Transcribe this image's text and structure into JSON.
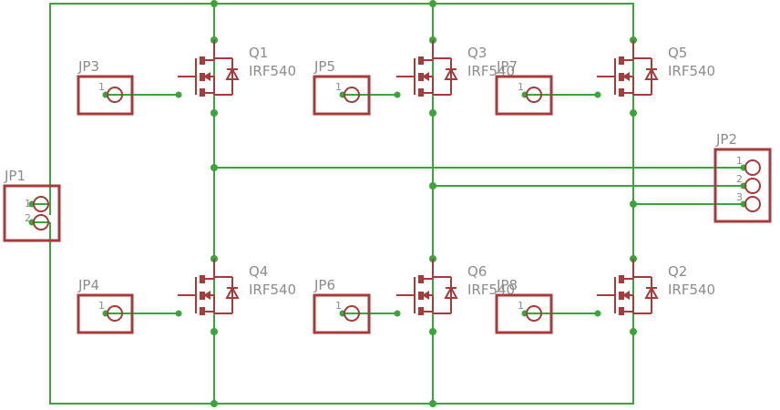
{
  "schematic": {
    "colors": {
      "wire": "#3aa63a",
      "part": "#a83a3a",
      "label": "#8c8c8c",
      "background": "#ffffff"
    },
    "mosfets": [
      {
        "name": "Q1",
        "value": "IRF540"
      },
      {
        "name": "Q3",
        "value": "IRF540"
      },
      {
        "name": "Q5",
        "value": "IRF540"
      },
      {
        "name": "Q4",
        "value": "IRF540"
      },
      {
        "name": "Q6",
        "value": "IRF540"
      },
      {
        "name": "Q2",
        "value": "IRF540"
      }
    ],
    "gate_jumpers": [
      {
        "name": "JP3",
        "pin": "1"
      },
      {
        "name": "JP5",
        "pin": "1"
      },
      {
        "name": "JP7",
        "pin": "1"
      },
      {
        "name": "JP4",
        "pin": "1"
      },
      {
        "name": "JP6",
        "pin": "1"
      },
      {
        "name": "JP8",
        "pin": "1"
      }
    ],
    "power_connector": {
      "name": "JP1",
      "pins": [
        "1",
        "2"
      ]
    },
    "output_connector": {
      "name": "JP2",
      "pins": [
        "1",
        "2",
        "3"
      ]
    }
  }
}
